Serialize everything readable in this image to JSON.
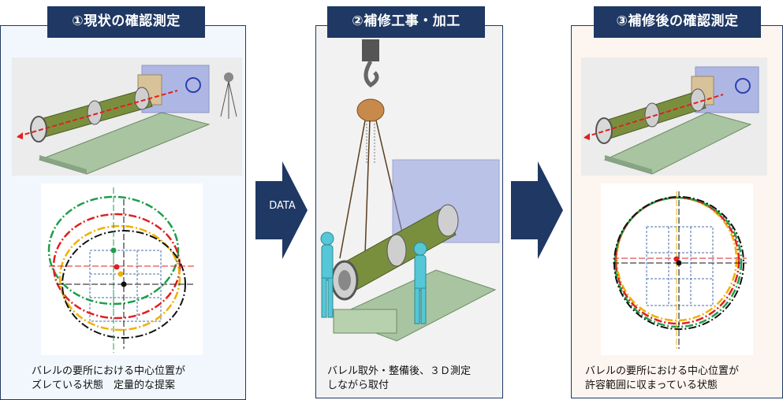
{
  "panels": [
    {
      "title": "①現状の確認測定",
      "caption_lines": [
        "バレルの要所における中心位置が",
        "ズレている状態　定量的な提案"
      ]
    },
    {
      "title": "②補修工事・加工",
      "caption_lines": [
        "バレル取外・整備後、３Ｄ測定",
        "しながら取付"
      ]
    },
    {
      "title": "③補修後の確認測定",
      "caption_lines": [
        "バレルの要所における中心位置が",
        "許容範囲に収まっている状態"
      ]
    }
  ],
  "arrow_label": "DATA",
  "colors": {
    "navy": "#1f3864",
    "circle_green": "#1e9e4a",
    "circle_red": "#e02020",
    "circle_yellow": "#f0b000",
    "circle_black": "#111111",
    "grid_blue": "#4a6ea8"
  }
}
